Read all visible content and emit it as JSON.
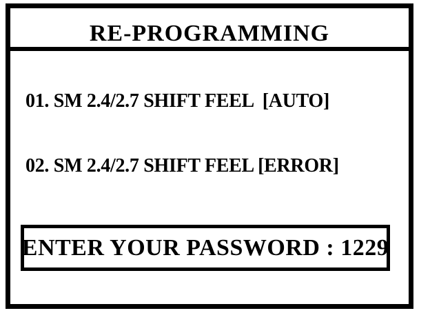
{
  "screen": {
    "title": "RE-PROGRAMMING"
  },
  "menu": {
    "items": [
      {
        "number": "01.",
        "label": "SM 2.4/2.7 SHIFT FEEL",
        "status": "[AUTO]",
        "text": "01. SM 2.4/2.7 SHIFT FEEL  [AUTO]"
      },
      {
        "number": "02.",
        "label": "SM 2.4/2.7 SHIFT FEEL",
        "status": "[ERROR]",
        "text": "02. SM 2.4/2.7 SHIFT FEEL [ERROR]"
      }
    ]
  },
  "password_prompt": {
    "label": "ENTER YOUR PASSWORD",
    "value": "1229",
    "text": "ENTER YOUR PASSWORD : 1229"
  },
  "colors": {
    "foreground": "#000000",
    "background": "#ffffff"
  }
}
